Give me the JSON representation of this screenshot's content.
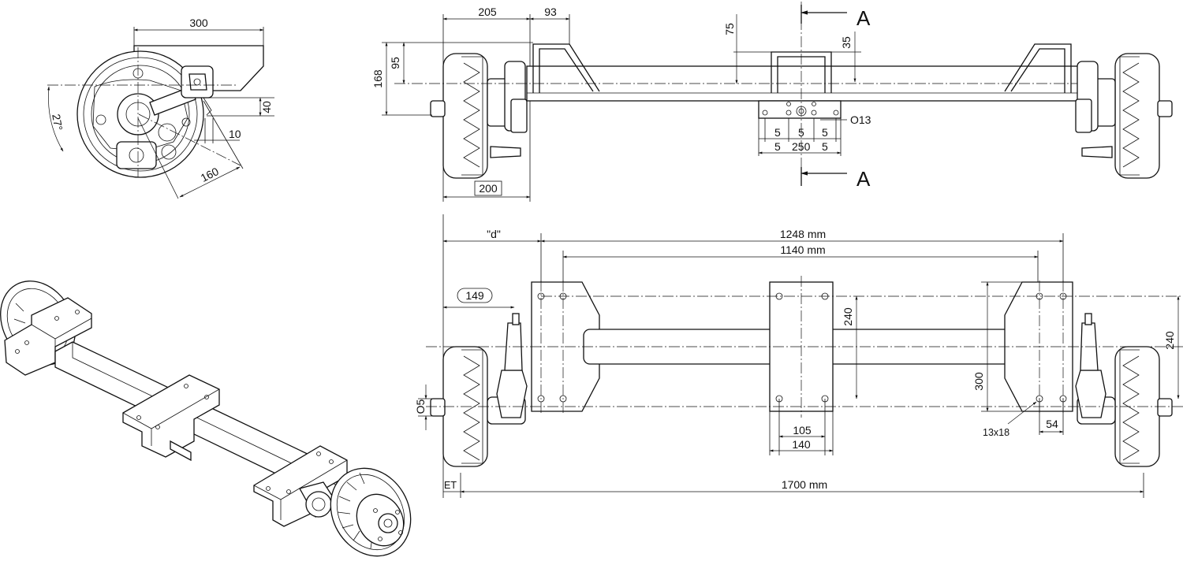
{
  "title": "",
  "side_view": {
    "dims": [
      "300",
      "27°",
      "40",
      "10",
      "160"
    ]
  },
  "top_view": {
    "dims": [
      "205",
      "93",
      "75",
      "35",
      "95",
      "168",
      "200"
    ],
    "section_label": "A",
    "hole_label": "O13",
    "bracket_dims": [
      "5",
      "5",
      "5",
      "5",
      "250",
      "5"
    ]
  },
  "front_view": {
    "dims": {
      "d": "\"d\"",
      "w1248": "1248 mm",
      "w1140": "1140 mm",
      "d149": "149",
      "h240_center": "240",
      "h240_right": "240",
      "h300": "300",
      "w105": "105",
      "w140": "140",
      "slot": "13x18",
      "w54": "54",
      "o5": "O5",
      "et": "ET",
      "w1700": "1700 mm"
    }
  }
}
